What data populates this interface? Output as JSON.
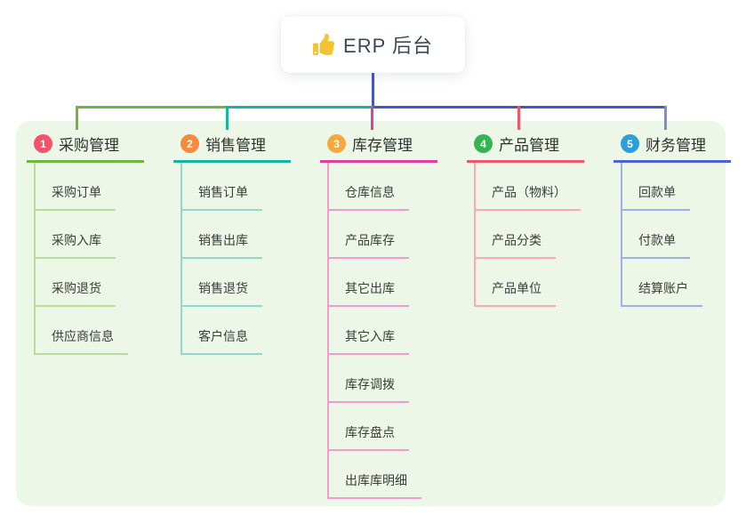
{
  "root": {
    "title": "ERP 后台",
    "icon": "thumbs-up-icon",
    "icon_color": "#f5c231"
  },
  "connector_colors": {
    "root_line": "#4656c4",
    "bus_left_green": "#6fb73d",
    "bus_mid_teal": "#17b3a3",
    "bus_right_indigo": "#4656c4"
  },
  "panel_background": "#edf7e7",
  "branches": [
    {
      "num": "1",
      "title": "采购管理",
      "accent": "#6fb73d",
      "accent_light": "#b7dd99",
      "badge_color": "#f4526b",
      "children": [
        "采购订单",
        "采购入库",
        "采购退货",
        "供应商信息"
      ]
    },
    {
      "num": "2",
      "title": "销售管理",
      "accent": "#17b3a3",
      "accent_light": "#8fd9cf",
      "badge_color": "#f68a3e",
      "children": [
        "销售订单",
        "销售出库",
        "销售退货",
        "客户信息"
      ]
    },
    {
      "num": "3",
      "title": "库存管理",
      "accent": "#df3f9f",
      "accent_light": "#f09ccd",
      "badge_color": "#f7a73c",
      "children": [
        "仓库信息",
        "产品库存",
        "其它出库",
        "其它入库",
        "库存调拨",
        "库存盘点",
        "出库库明细"
      ]
    },
    {
      "num": "4",
      "title": "产品管理",
      "accent": "#f2566b",
      "accent_light": "#f8abb2",
      "badge_color": "#35b552",
      "children": [
        "产品（物料）",
        "产品分类",
        "产品单位"
      ]
    },
    {
      "num": "5",
      "title": "财务管理",
      "accent": "#4a66cc",
      "accent_light": "#9fb0e8",
      "badge_color": "#2d9fdb",
      "children": [
        "回款单",
        "付款单",
        "结算账户"
      ]
    }
  ]
}
